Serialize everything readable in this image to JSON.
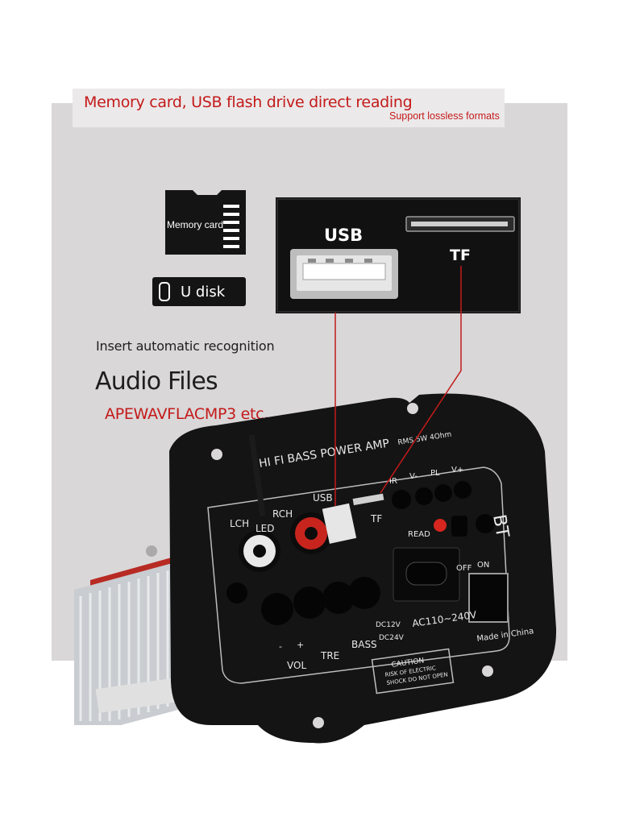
{
  "banner": {
    "main": "Memory card, USB flash drive direct reading",
    "sub": "Support lossless formats"
  },
  "media": {
    "sd_card_label": "Memory card",
    "udisk_label": "U disk"
  },
  "ports_closeup": {
    "usb_label": "USB",
    "tf_label": "TF"
  },
  "info": {
    "insert_text": "Insert automatic recognition",
    "title": "Audio Files",
    "formats": "APEWAVFLACMP3 etc."
  },
  "board": {
    "model": "HI FI BASS POWER AMP",
    "rms": "RMS 5W 4Ohm",
    "lch": "LCH",
    "rch": "RCH",
    "led": "LED",
    "usb": "USB",
    "tf": "TF",
    "ir": "IR",
    "v_minus": "V-",
    "pl": "PL",
    "v_plus": "V+",
    "bt": "BT",
    "read": "READ",
    "off": "OFF",
    "on": "ON",
    "vol": "VOL",
    "tre": "TRE",
    "bass": "BASS",
    "dc12v": "DC12V",
    "dc24v": "DC24V",
    "ac": "AC110~240V",
    "made_in": "Made in China",
    "caution_title": "CAUTION",
    "caution_line1": "RISK OF ELECTRIC",
    "caution_line2": "SHOCK DO NOT OPEN",
    "minus": "-",
    "plus": "+"
  },
  "colors": {
    "accent_red": "#c41a1a",
    "panel_gray": "#d9d7d8",
    "board_black": "#141414"
  }
}
